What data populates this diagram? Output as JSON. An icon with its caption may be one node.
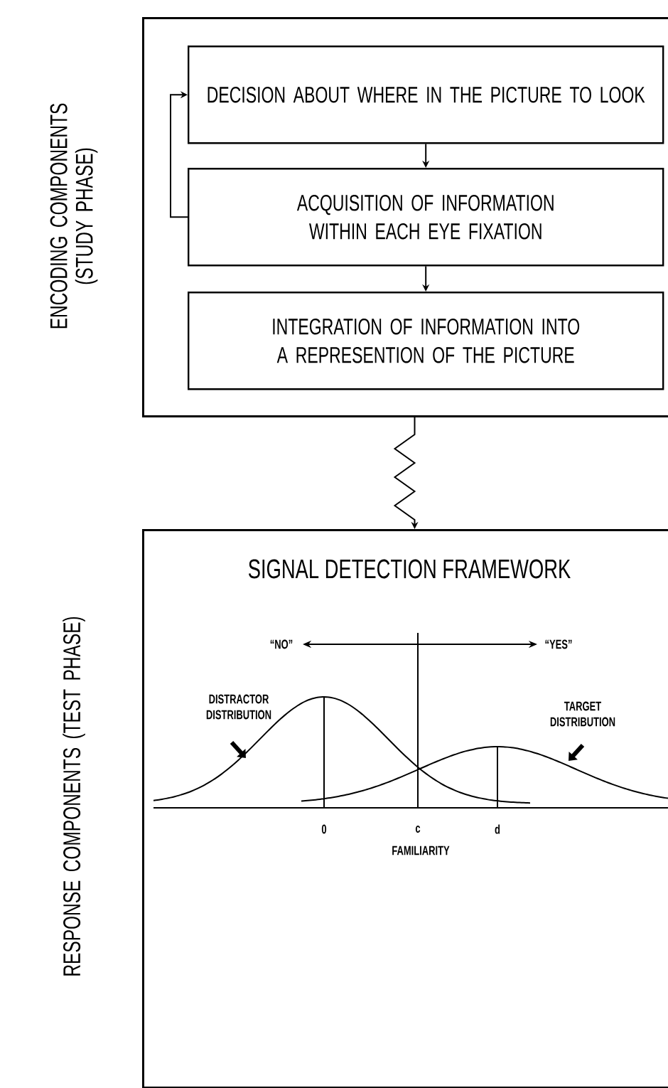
{
  "diagram": {
    "nodes": [
      {
        "text": [
          "ENCODING COMPONENTS (STUDY PHASE)"
        ]
      },
      {
        "text": [
          "DECISION ABOUT WHERE IN THE PICTURE TO LOOK"
        ],
        "in": 0
      },
      {
        "text": [
          "ACQUISITION OF INFORMATION WITHIN EACH EYE FIXATION"
        ],
        "in": 0
      },
      {
        "text": [
          "INTEGRATION OF INFORMATION INTO A REPRESENTION OF THE PICTURE"
        ],
        "in": 0
      },
      {
        "text": [
          "RESPONSE COMPONENTS (TEST PHASE)",
          "SIGNAL DETECTION FRAMEWORK"
        ]
      }
    ],
    "edges": [
      {
        "from": 1,
        "to": 2,
        "arrow": "to"
      },
      {
        "from": 2,
        "to": 3,
        "arrow": "to"
      },
      {
        "from": 2,
        "to": 1,
        "arrow": "to"
      },
      {
        "from": 0,
        "to": 4,
        "arrow": "to"
      }
    ],
    "labels": [
      "“NO”",
      "“YES”",
      "DISTRACTOR DISTRIBUTION",
      "TARGET DISTRIBUTION",
      "0",
      "c",
      "d",
      "FAMILIARITY"
    ]
  }
}
